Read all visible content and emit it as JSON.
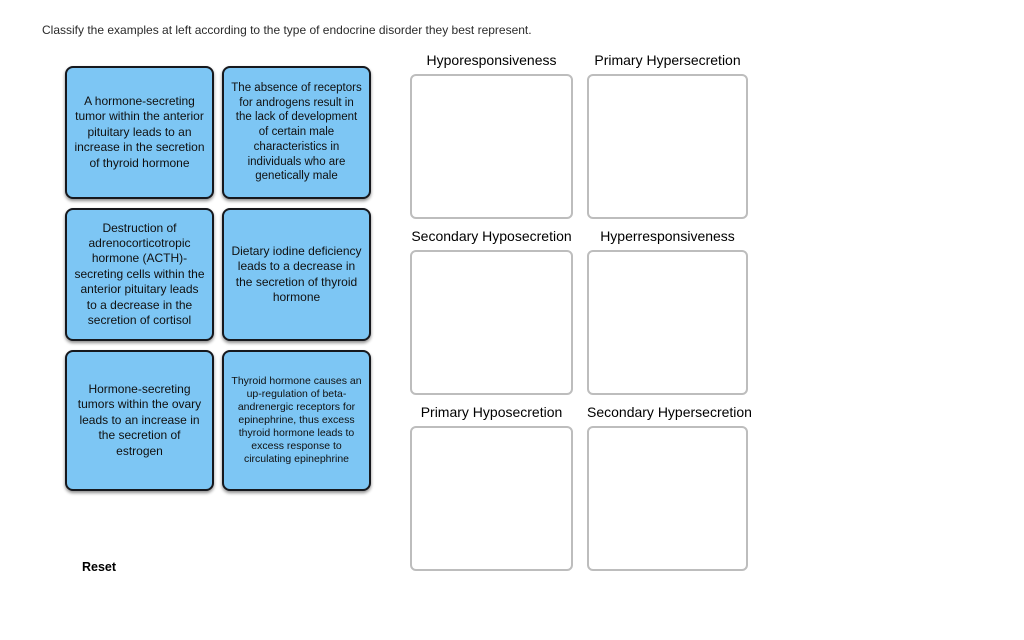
{
  "instruction": "Classify the examples at left according to the type of endocrine disorder they best represent.",
  "cards": [
    {
      "text": "A hormone-secreting tumor within the anterior pituitary leads to an increase in the secretion of thyroid hormone"
    },
    {
      "text": "The absence of receptors for androgens result in the lack of development of certain male characteristics in individuals who are genetically male"
    },
    {
      "text": "Destruction of adrenocorticotropic hormone (ACTH)-secreting cells within the anterior pituitary leads to a decrease in the secretion of cortisol"
    },
    {
      "text": "Dietary iodine deficiency leads to a decrease in the secretion of thyroid hormone"
    },
    {
      "text": "Hormone-secreting tumors within the ovary leads to an increase in the secretion of estrogen"
    },
    {
      "text": "Thyroid hormone causes an up-regulation of beta-andrenergic receptors for epinephrine, thus excess thyroid hormone leads to excess response to circulating epinephrine"
    }
  ],
  "bins": [
    {
      "label": "Hyporesponsiveness"
    },
    {
      "label": "Primary Hypersecretion"
    },
    {
      "label": "Secondary Hyposecretion"
    },
    {
      "label": "Hyperresponsiveness"
    },
    {
      "label": "Primary Hyposecretion"
    },
    {
      "label": "Secondary Hypersecretion"
    }
  ],
  "reset_label": "Reset",
  "colors": {
    "card_fill": "#7dc6f4",
    "card_border": "#16181d",
    "bin_border": "#bdbdbd",
    "background": "#ffffff"
  }
}
